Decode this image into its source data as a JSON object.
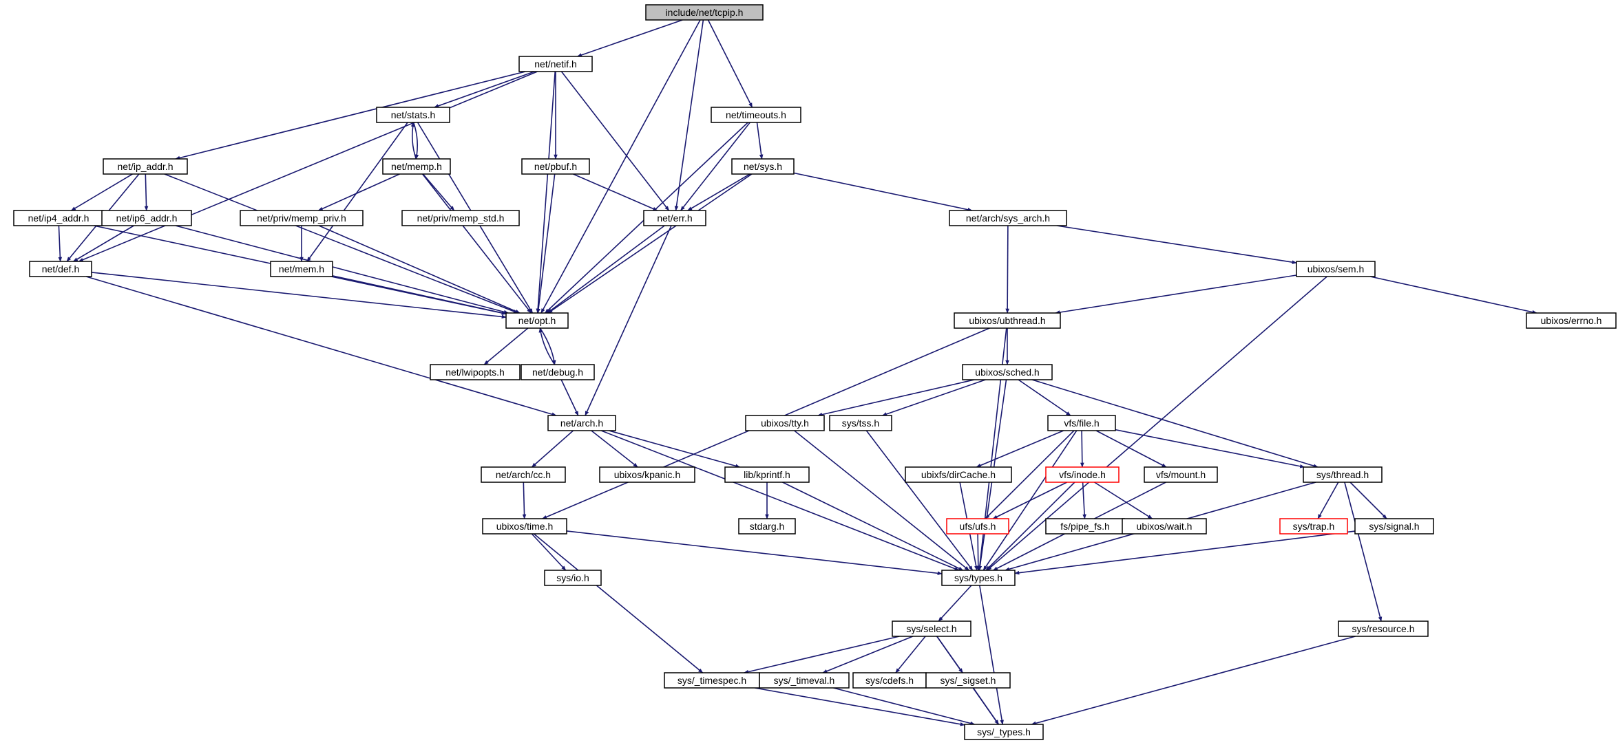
{
  "colors": {
    "edge": "#191970",
    "node_border": "#000000",
    "truncated_border": "#ff0000",
    "root_fill": "#bfbfbf",
    "background": "#ffffff"
  },
  "nodes": [
    {
      "id": "tcpip",
      "label": "include/net/tcpip.h",
      "kind": "root"
    },
    {
      "id": "netif",
      "label": "net/netif.h"
    },
    {
      "id": "stats",
      "label": "net/stats.h"
    },
    {
      "id": "memp",
      "label": "net/memp.h"
    },
    {
      "id": "ip_addr",
      "label": "net/ip_addr.h"
    },
    {
      "id": "ip4_addr",
      "label": "net/ip4_addr.h"
    },
    {
      "id": "ip6_addr",
      "label": "net/ip6_addr.h"
    },
    {
      "id": "def",
      "label": "net/def.h"
    },
    {
      "id": "memp_priv",
      "label": "net/priv/memp_priv.h"
    },
    {
      "id": "memp_std",
      "label": "net/priv/memp_std.h"
    },
    {
      "id": "mem",
      "label": "net/mem.h"
    },
    {
      "id": "pbuf",
      "label": "net/pbuf.h"
    },
    {
      "id": "timeouts",
      "label": "net/timeouts.h"
    },
    {
      "id": "sys",
      "label": "net/sys.h"
    },
    {
      "id": "err",
      "label": "net/err.h"
    },
    {
      "id": "opt",
      "label": "net/opt.h"
    },
    {
      "id": "lwipopts",
      "label": "net/lwipopts.h"
    },
    {
      "id": "debug",
      "label": "net/debug.h"
    },
    {
      "id": "sys_arch",
      "label": "net/arch/sys_arch.h"
    },
    {
      "id": "sem",
      "label": "ubixos/sem.h"
    },
    {
      "id": "errno",
      "label": "ubixos/errno.h"
    },
    {
      "id": "ubthread",
      "label": "ubixos/ubthread.h"
    },
    {
      "id": "sched",
      "label": "ubixos/sched.h"
    },
    {
      "id": "arch",
      "label": "net/arch.h"
    },
    {
      "id": "cc",
      "label": "net/arch/cc.h"
    },
    {
      "id": "kpanic",
      "label": "ubixos/kpanic.h"
    },
    {
      "id": "kprintf",
      "label": "lib/kprintf.h"
    },
    {
      "id": "stdarg",
      "label": "stdarg.h"
    },
    {
      "id": "utime",
      "label": "ubixos/time.h"
    },
    {
      "id": "io",
      "label": "sys/io.h"
    },
    {
      "id": "tty",
      "label": "ubixos/tty.h"
    },
    {
      "id": "tss",
      "label": "sys/tss.h"
    },
    {
      "id": "file",
      "label": "vfs/file.h"
    },
    {
      "id": "dircache",
      "label": "ubixfs/dirCache.h"
    },
    {
      "id": "inode",
      "label": "vfs/inode.h",
      "kind": "truncated"
    },
    {
      "id": "mount",
      "label": "vfs/mount.h"
    },
    {
      "id": "ufs",
      "label": "ufs/ufs.h",
      "kind": "truncated"
    },
    {
      "id": "pipe_fs",
      "label": "fs/pipe_fs.h"
    },
    {
      "id": "wait",
      "label": "ubixos/wait.h"
    },
    {
      "id": "thread",
      "label": "sys/thread.h"
    },
    {
      "id": "trap",
      "label": "sys/trap.h",
      "kind": "truncated"
    },
    {
      "id": "signal",
      "label": "sys/signal.h"
    },
    {
      "id": "types",
      "label": "sys/types.h"
    },
    {
      "id": "select",
      "label": "sys/select.h"
    },
    {
      "id": "resource",
      "label": "sys/resource.h"
    },
    {
      "id": "timespec",
      "label": "sys/_timespec.h"
    },
    {
      "id": "timeval",
      "label": "sys/_timeval.h"
    },
    {
      "id": "cdefs",
      "label": "sys/cdefs.h"
    },
    {
      "id": "sigset",
      "label": "sys/_sigset.h"
    },
    {
      "id": "_types",
      "label": "sys/_types.h"
    }
  ],
  "edges": [
    [
      "tcpip",
      "netif"
    ],
    [
      "tcpip",
      "err"
    ],
    [
      "tcpip",
      "timeouts"
    ],
    [
      "tcpip",
      "opt"
    ],
    [
      "netif",
      "def"
    ],
    [
      "netif",
      "ip_addr"
    ],
    [
      "netif",
      "stats"
    ],
    [
      "netif",
      "pbuf"
    ],
    [
      "netif",
      "opt"
    ],
    [
      "netif",
      "err"
    ],
    [
      "stats",
      "memp"
    ],
    [
      "memp",
      "stats"
    ],
    [
      "stats",
      "mem"
    ],
    [
      "stats",
      "opt"
    ],
    [
      "memp",
      "memp_priv"
    ],
    [
      "memp",
      "memp_std"
    ],
    [
      "memp",
      "opt"
    ],
    [
      "ip_addr",
      "def"
    ],
    [
      "ip_addr",
      "ip4_addr"
    ],
    [
      "ip_addr",
      "ip6_addr"
    ],
    [
      "ip_addr",
      "opt"
    ],
    [
      "ip4_addr",
      "def"
    ],
    [
      "ip4_addr",
      "opt"
    ],
    [
      "ip6_addr",
      "def"
    ],
    [
      "ip6_addr",
      "opt"
    ],
    [
      "def",
      "opt"
    ],
    [
      "def",
      "arch"
    ],
    [
      "memp_priv",
      "mem"
    ],
    [
      "memp_priv",
      "opt"
    ],
    [
      "mem",
      "opt"
    ],
    [
      "pbuf",
      "opt"
    ],
    [
      "pbuf",
      "err"
    ],
    [
      "timeouts",
      "sys"
    ],
    [
      "timeouts",
      "err"
    ],
    [
      "timeouts",
      "opt"
    ],
    [
      "sys",
      "err"
    ],
    [
      "sys",
      "opt"
    ],
    [
      "sys",
      "sys_arch"
    ],
    [
      "err",
      "opt"
    ],
    [
      "err",
      "arch"
    ],
    [
      "opt",
      "lwipopts"
    ],
    [
      "opt",
      "debug"
    ],
    [
      "debug",
      "opt"
    ],
    [
      "debug",
      "arch"
    ],
    [
      "sys_arch",
      "ubthread"
    ],
    [
      "sys_arch",
      "sem"
    ],
    [
      "sem",
      "ubthread"
    ],
    [
      "sem",
      "errno"
    ],
    [
      "sem",
      "types"
    ],
    [
      "ubthread",
      "sched"
    ],
    [
      "ubthread",
      "utime"
    ],
    [
      "ubthread",
      "types"
    ],
    [
      "sched",
      "tty"
    ],
    [
      "sched",
      "tss"
    ],
    [
      "sched",
      "file"
    ],
    [
      "sched",
      "thread"
    ],
    [
      "sched",
      "types"
    ],
    [
      "arch",
      "cc"
    ],
    [
      "arch",
      "kpanic"
    ],
    [
      "arch",
      "kprintf"
    ],
    [
      "arch",
      "types"
    ],
    [
      "cc",
      "utime"
    ],
    [
      "kprintf",
      "stdarg"
    ],
    [
      "kprintf",
      "types"
    ],
    [
      "utime",
      "io"
    ],
    [
      "utime",
      "timespec"
    ],
    [
      "utime",
      "types"
    ],
    [
      "tty",
      "types"
    ],
    [
      "tss",
      "types"
    ],
    [
      "file",
      "dircache"
    ],
    [
      "file",
      "inode"
    ],
    [
      "file",
      "mount"
    ],
    [
      "file",
      "ufs"
    ],
    [
      "file",
      "thread"
    ],
    [
      "file",
      "types"
    ],
    [
      "dircache",
      "types"
    ],
    [
      "inode",
      "ufs"
    ],
    [
      "inode",
      "pipe_fs"
    ],
    [
      "inode",
      "wait"
    ],
    [
      "inode",
      "types"
    ],
    [
      "ufs",
      "types"
    ],
    [
      "mount",
      "types"
    ],
    [
      "thread",
      "trap"
    ],
    [
      "thread",
      "signal"
    ],
    [
      "thread",
      "types"
    ],
    [
      "thread",
      "resource"
    ],
    [
      "signal",
      "types"
    ],
    [
      "types",
      "select"
    ],
    [
      "types",
      "_types"
    ],
    [
      "select",
      "timespec"
    ],
    [
      "select",
      "timeval"
    ],
    [
      "select",
      "cdefs"
    ],
    [
      "select",
      "sigset"
    ],
    [
      "select",
      "_types"
    ],
    [
      "timespec",
      "_types"
    ],
    [
      "timeval",
      "_types"
    ],
    [
      "sigset",
      "_types"
    ],
    [
      "resource",
      "_types"
    ]
  ]
}
